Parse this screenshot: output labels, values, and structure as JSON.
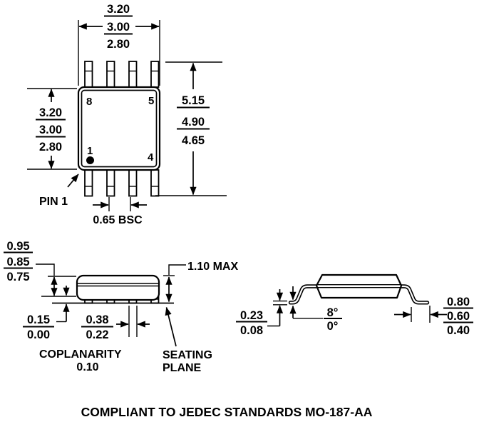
{
  "top_view": {
    "width_dim": [
      "3.20",
      "3.00",
      "2.80"
    ],
    "height_dim": [
      "3.20",
      "3.00",
      "2.80"
    ],
    "span_dim": [
      "5.15",
      "4.90",
      "4.65"
    ],
    "pitch_label": "0.65 BSC",
    "pin1_label": "PIN 1",
    "pin_numbers": {
      "top_left": "8",
      "top_right": "5",
      "bottom_left": "1",
      "bottom_right": "4"
    }
  },
  "front_view": {
    "body_thickness_dim": [
      "0.95",
      "0.85",
      "0.75"
    ],
    "standoff_dim": [
      "0.15",
      "0.00"
    ],
    "lead_width_dim": [
      "0.38",
      "0.22"
    ],
    "overall_height_label": "1.10 MAX",
    "coplanarity_label": "COPLANARITY",
    "coplanarity_value": "0.10",
    "seating_plane_line1": "SEATING",
    "seating_plane_line2": "PLANE"
  },
  "side_view": {
    "lead_thickness_dim": [
      "0.23",
      "0.08"
    ],
    "lead_angle_dim": [
      "8°",
      "0°"
    ],
    "foot_length_dim": [
      "0.80",
      "0.60",
      "0.40"
    ]
  },
  "footer": {
    "compliance": "COMPLIANT TO JEDEC STANDARDS MO-187-AA"
  },
  "colors": {
    "ink": "#000000",
    "paper": "#ffffff"
  }
}
